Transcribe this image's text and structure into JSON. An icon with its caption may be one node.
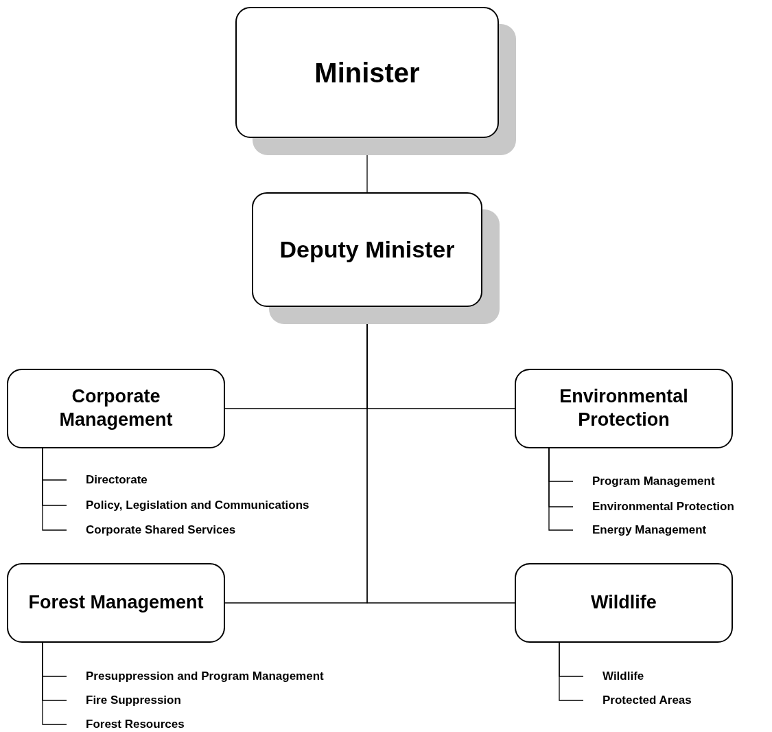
{
  "diagram": {
    "nodes": [
      {
        "text": [
          "Minister"
        ]
      },
      {
        "text": [
          "Deputy Minister"
        ]
      },
      {
        "text": [
          "Corporate Management"
        ]
      },
      {
        "text": [
          "Environmental Protection"
        ]
      },
      {
        "text": [
          "Directorate"
        ]
      },
      {
        "text": [
          "Policy, Legislation and Communications"
        ]
      },
      {
        "text": [
          "Corporate Shared Services"
        ]
      },
      {
        "text": [
          "Program Management"
        ]
      },
      {
        "text": [
          "Environmental Protection"
        ]
      },
      {
        "text": [
          "Energy Management"
        ]
      },
      {
        "text": [
          "Forest Management"
        ]
      },
      {
        "text": [
          "Wildlife"
        ]
      },
      {
        "text": [
          "Presuppression and Program Management"
        ]
      },
      {
        "text": [
          "Fire Suppression"
        ]
      },
      {
        "text": [
          "Forest Resources"
        ]
      },
      {
        "text": [
          "Wildlife"
        ]
      },
      {
        "text": [
          "Protected Areas"
        ]
      }
    ],
    "edges": [
      {
        "from": 0,
        "to": 1,
        "arrow": "none"
      },
      {
        "from": 1,
        "to": 2,
        "arrow": "none"
      },
      {
        "from": 1,
        "to": 3,
        "arrow": "none"
      },
      {
        "from": 1,
        "to": 10,
        "arrow": "none"
      },
      {
        "from": 1,
        "to": 11,
        "arrow": "none"
      },
      {
        "from": 2,
        "to": 4,
        "arrow": "none"
      },
      {
        "from": 2,
        "to": 5,
        "arrow": "none"
      },
      {
        "from": 2,
        "to": 6,
        "arrow": "none"
      },
      {
        "from": 3,
        "to": 7,
        "arrow": "none"
      },
      {
        "from": 3,
        "to": 8,
        "arrow": "none"
      },
      {
        "from": 3,
        "to": 9,
        "arrow": "none"
      },
      {
        "from": 10,
        "to": 12,
        "arrow": "none"
      },
      {
        "from": 10,
        "to": 13,
        "arrow": "none"
      },
      {
        "from": 10,
        "to": 14,
        "arrow": "none"
      },
      {
        "from": 11,
        "to": 15,
        "arrow": "none"
      },
      {
        "from": 11,
        "to": 16,
        "arrow": "none"
      }
    ]
  }
}
